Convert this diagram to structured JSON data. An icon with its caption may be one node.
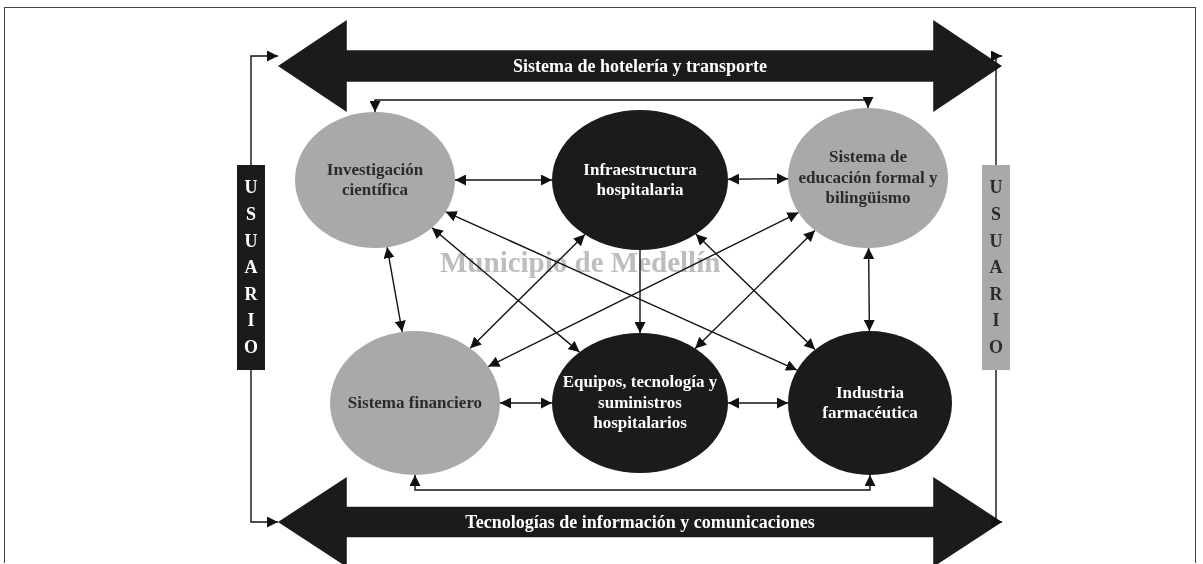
{
  "diagram": {
    "nodes": [
      {
        "text": [
          "Sistema de hotelería y transporte"
        ]
      },
      {
        "text": [
          "USUARIO"
        ]
      },
      {
        "text": [
          "Investigación científica"
        ]
      },
      {
        "text": [
          "Infraestructura hospitalaria"
        ]
      },
      {
        "text": [
          "Sistema de educación formal y bilingüismo"
        ]
      },
      {
        "text": [
          "USUARIO"
        ]
      },
      {
        "text": [
          "Sistema financiero"
        ]
      },
      {
        "text": [
          "Equipos, tecnología y suministros hospitalarios"
        ]
      },
      {
        "text": [
          "Industria farmacéutica"
        ]
      },
      {
        "text": [
          "Tecnologías de información y comunicaciones"
        ]
      }
    ],
    "edges": [
      {
        "from": 1,
        "to": 0,
        "arrow": "to"
      },
      {
        "from": 1,
        "to": 9,
        "arrow": "to"
      },
      {
        "from": 5,
        "to": 0,
        "arrow": "to"
      },
      {
        "from": 5,
        "to": 9,
        "arrow": "to"
      },
      {
        "from": 2,
        "to": 4,
        "arrow": "both"
      },
      {
        "from": 6,
        "to": 8,
        "arrow": "both"
      },
      {
        "from": 2,
        "to": 3,
        "arrow": "both"
      },
      {
        "from": 3,
        "to": 4,
        "arrow": "both"
      },
      {
        "from": 6,
        "to": 7,
        "arrow": "both"
      },
      {
        "from": 7,
        "to": 8,
        "arrow": "both"
      },
      {
        "from": 2,
        "to": 6,
        "arrow": "both"
      },
      {
        "from": 4,
        "to": 8,
        "arrow": "both"
      },
      {
        "from": 2,
        "to": 7,
        "arrow": "both"
      },
      {
        "from": 2,
        "to": 8,
        "arrow": "both"
      },
      {
        "from": 3,
        "to": 6,
        "arrow": "both"
      },
      {
        "from": 3,
        "to": 7,
        "arrow": "to"
      },
      {
        "from": 3,
        "to": 8,
        "arrow": "both"
      },
      {
        "from": 4,
        "to": 6,
        "arrow": "both"
      },
      {
        "from": 4,
        "to": 7,
        "arrow": "both"
      }
    ],
    "labels": [
      "Municipio de Medellín"
    ]
  }
}
